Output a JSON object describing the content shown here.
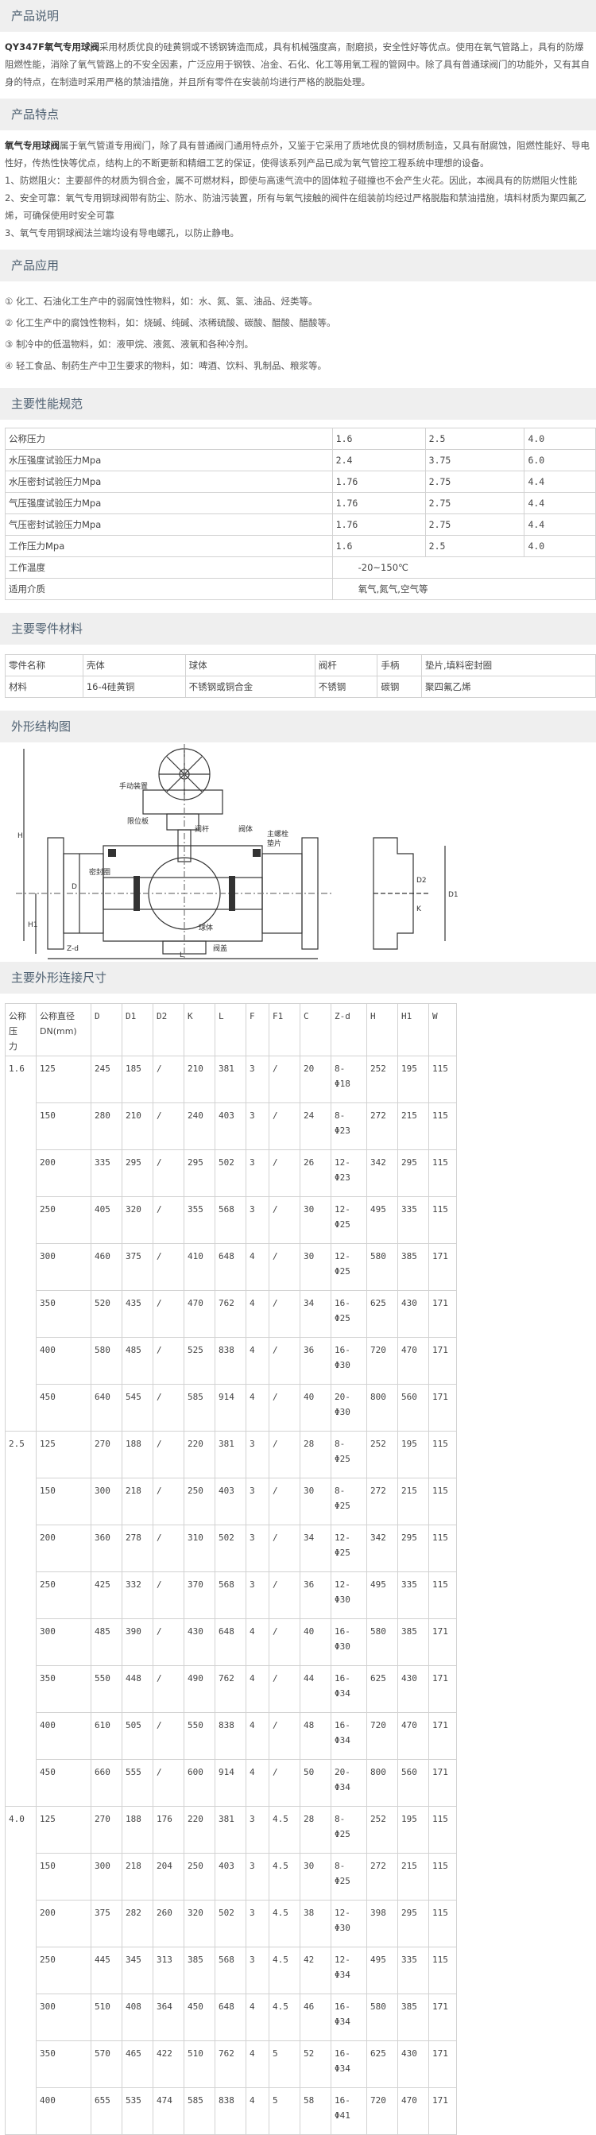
{
  "sections": {
    "intro_title": "产品说明",
    "features_title": "产品特点",
    "apps_title": "产品应用",
    "specs_title": "主要性能规范",
    "parts_title": "主要零件材料",
    "drawing_title": "外形结构图",
    "dims_title": "主要外形连接尺寸"
  },
  "intro": {
    "model": "QY347F氧气专用球阀",
    "text": "采用材质优良的硅黄铜或不锈钢铸造而成，具有机械强度高，耐磨损，安全性好等优点。使用在氧气管路上，具有的防爆阻燃性能，消除了氧气管路上的不安全因素，广泛应用于钢铁、冶金、石化、化工等用氧工程的管网中。除了具有普通球阀门的功能外，又有其自身的特点，在制造时采用严格的禁油措施，并且所有零件在安装前均进行严格的脱脂处理。"
  },
  "features": {
    "lead": "氧气专用球阀",
    "text": "属于氧气管道专用阀门，除了具有普通阀门通用特点外，又鉴于它采用了质地优良的铜材质制造，又具有耐腐蚀，阻燃性能好、导电性好，传热性快等优点，结构上的不断更新和精细工艺的保证，使得该系列产品已成为氧气管控工程系统中理想的设备。",
    "items": [
      "1、防燃阻火：主要部件的材质为铜合金，属不可燃材料，即使与高速气流中的固体粒子碰撞也不会产生火花。因此，本阀具有的防燃阻火性能",
      "2、安全可靠：氧气专用铜球阀带有防尘、防水、防油污装置，所有与氧气接触的阀件在组装前均经过严格脱脂和禁油措施，填料材质为聚四氟乙烯，可确保使用时安全可靠",
      "3、氧气专用铜球阀法兰端均设有导电螺孔，以防止静电。"
    ]
  },
  "apps": [
    "① 化工、石油化工生产中的弱腐蚀性物料，如：水、氮、氢、油品、烃类等。",
    "② 化工生产中的腐蚀性物料，如：烧碱、纯碱、浓稀硫酸、碳酸、醋酸、醋酸等。",
    "③ 制冷中的低温物料，如：液甲烷、液氮、液氧和各种冷剂。",
    "④ 轻工食品、制药生产中卫生要求的物料，如：啤酒、饮料、乳制品、粮浆等。"
  ],
  "specs": {
    "rows": [
      [
        "公称压力",
        "1.6",
        "2.5",
        "4.0"
      ],
      [
        "水压强度试验压力Mpa",
        "2.4",
        "3.75",
        "6.0"
      ],
      [
        "水压密封试验压力Mpa",
        "1.76",
        "2.75",
        "4.4"
      ],
      [
        "气压强度试验压力Mpa",
        "1.76",
        "2.75",
        "4.4"
      ],
      [
        "气压密封试验压力Mpa",
        "1.76",
        "2.75",
        "4.4"
      ],
      [
        "工作压力Mpa",
        "1.6",
        "2.5",
        "4.0"
      ]
    ],
    "temp_label": "工作温度",
    "temp_value": "-20~150℃",
    "medium_label": "适用介质",
    "medium_value": "氧气,氮气,空气等"
  },
  "parts": {
    "header": [
      "零件名称",
      "壳体",
      "球体",
      "阀杆",
      "手柄",
      "垫片,填料密封圈"
    ],
    "row": [
      "材料",
      "16-4硅黄铜",
      "不锈钢或铜合金",
      "不锈钢",
      "碳钢",
      "聚四氟乙烯"
    ]
  },
  "drawing": {
    "labels": {
      "handwheel": "手动装置",
      "support": "限位板",
      "stem": "阀杆",
      "body": "阀体",
      "seal": "密封圈",
      "ball": "球体",
      "bolt": "主螺栓",
      "gasket": "垫片",
      "cover": "阀盖",
      "dim_H": "H",
      "dim_H1": "H1",
      "dim_L": "L",
      "dim_D": "D",
      "dim_D1": "D1",
      "dim_D2": "D2",
      "dim_K": "K",
      "dim_zd": "Z-d"
    }
  },
  "dims": {
    "header": [
      {
        "a": "公称压",
        "b": "力"
      },
      {
        "a": "公称直径",
        "b": "DN(mm)"
      },
      {
        "a": "D",
        "b": ""
      },
      {
        "a": "D1",
        "b": ""
      },
      {
        "a": "D2",
        "b": ""
      },
      {
        "a": "K",
        "b": ""
      },
      {
        "a": "L",
        "b": ""
      },
      {
        "a": "F",
        "b": ""
      },
      {
        "a": "F1",
        "b": ""
      },
      {
        "a": "C",
        "b": ""
      },
      {
        "a": "Z-d",
        "b": ""
      },
      {
        "a": "H",
        "b": ""
      },
      {
        "a": "H1",
        "b": ""
      },
      {
        "a": "W",
        "b": ""
      }
    ],
    "groups": [
      {
        "pn": "1.6",
        "rows": [
          [
            "125",
            "245",
            "185",
            "/",
            "210",
            "381",
            "3",
            "/",
            "20",
            "8-",
            "Φ18",
            "252",
            "195",
            "115"
          ],
          [
            "150",
            "280",
            "210",
            "/",
            "240",
            "403",
            "3",
            "/",
            "24",
            "8-",
            "Φ23",
            "272",
            "215",
            "115"
          ],
          [
            "200",
            "335",
            "295",
            "/",
            "295",
            "502",
            "3",
            "/",
            "26",
            "12-",
            "Φ23",
            "342",
            "295",
            "115"
          ],
          [
            "250",
            "405",
            "320",
            "/",
            "355",
            "568",
            "3",
            "/",
            "30",
            "12-",
            "Φ25",
            "495",
            "335",
            "115"
          ],
          [
            "300",
            "460",
            "375",
            "/",
            "410",
            "648",
            "4",
            "/",
            "30",
            "12-",
            "Φ25",
            "580",
            "385",
            "171"
          ],
          [
            "350",
            "520",
            "435",
            "/",
            "470",
            "762",
            "4",
            "/",
            "34",
            "16-",
            "Φ25",
            "625",
            "430",
            "171"
          ],
          [
            "400",
            "580",
            "485",
            "/",
            "525",
            "838",
            "4",
            "/",
            "36",
            "16-",
            "Φ30",
            "720",
            "470",
            "171"
          ],
          [
            "450",
            "640",
            "545",
            "/",
            "585",
            "914",
            "4",
            "/",
            "40",
            "20-",
            "Φ30",
            "800",
            "560",
            "171"
          ]
        ]
      },
      {
        "pn": "2.5",
        "rows": [
          [
            "125",
            "270",
            "188",
            "/",
            "220",
            "381",
            "3",
            "/",
            "28",
            "8-",
            "Φ25",
            "252",
            "195",
            "115"
          ],
          [
            "150",
            "300",
            "218",
            "/",
            "250",
            "403",
            "3",
            "/",
            "30",
            "8-",
            "Φ25",
            "272",
            "215",
            "115"
          ],
          [
            "200",
            "360",
            "278",
            "/",
            "310",
            "502",
            "3",
            "/",
            "34",
            "12-",
            "Φ25",
            "342",
            "295",
            "115"
          ],
          [
            "250",
            "425",
            "332",
            "/",
            "370",
            "568",
            "3",
            "/",
            "36",
            "12-",
            "Φ30",
            "495",
            "335",
            "115"
          ],
          [
            "300",
            "485",
            "390",
            "/",
            "430",
            "648",
            "4",
            "/",
            "40",
            "16-",
            "Φ30",
            "580",
            "385",
            "171"
          ],
          [
            "350",
            "550",
            "448",
            "/",
            "490",
            "762",
            "4",
            "/",
            "44",
            "16-",
            "Φ34",
            "625",
            "430",
            "171"
          ],
          [
            "400",
            "610",
            "505",
            "/",
            "550",
            "838",
            "4",
            "/",
            "48",
            "16-",
            "Φ34",
            "720",
            "470",
            "171"
          ],
          [
            "450",
            "660",
            "555",
            "/",
            "600",
            "914",
            "4",
            "/",
            "50",
            "20-",
            "Φ34",
            "800",
            "560",
            "171"
          ]
        ]
      },
      {
        "pn": "4.0",
        "rows": [
          [
            "125",
            "270",
            "188",
            "176",
            "220",
            "381",
            "3",
            "4.5",
            "28",
            "8-",
            "Φ25",
            "252",
            "195",
            "115"
          ],
          [
            "150",
            "300",
            "218",
            "204",
            "250",
            "403",
            "3",
            "4.5",
            "30",
            "8-",
            "Φ25",
            "272",
            "215",
            "115"
          ],
          [
            "200",
            "375",
            "282",
            "260",
            "320",
            "502",
            "3",
            "4.5",
            "38",
            "12-",
            "Φ30",
            "398",
            "295",
            "115"
          ],
          [
            "250",
            "445",
            "345",
            "313",
            "385",
            "568",
            "3",
            "4.5",
            "42",
            "12-",
            "Φ34",
            "495",
            "335",
            "115"
          ],
          [
            "300",
            "510",
            "408",
            "364",
            "450",
            "648",
            "4",
            "4.5",
            "46",
            "16-",
            "Φ34",
            "580",
            "385",
            "171"
          ],
          [
            "350",
            "570",
            "465",
            "422",
            "510",
            "762",
            "4",
            "5",
            "52",
            "16-",
            "Φ34",
            "625",
            "430",
            "171"
          ],
          [
            "400",
            "655",
            "535",
            "474",
            "585",
            "838",
            "4",
            "5",
            "58",
            "16-",
            "Φ41",
            "720",
            "470",
            "171"
          ]
        ]
      }
    ]
  }
}
